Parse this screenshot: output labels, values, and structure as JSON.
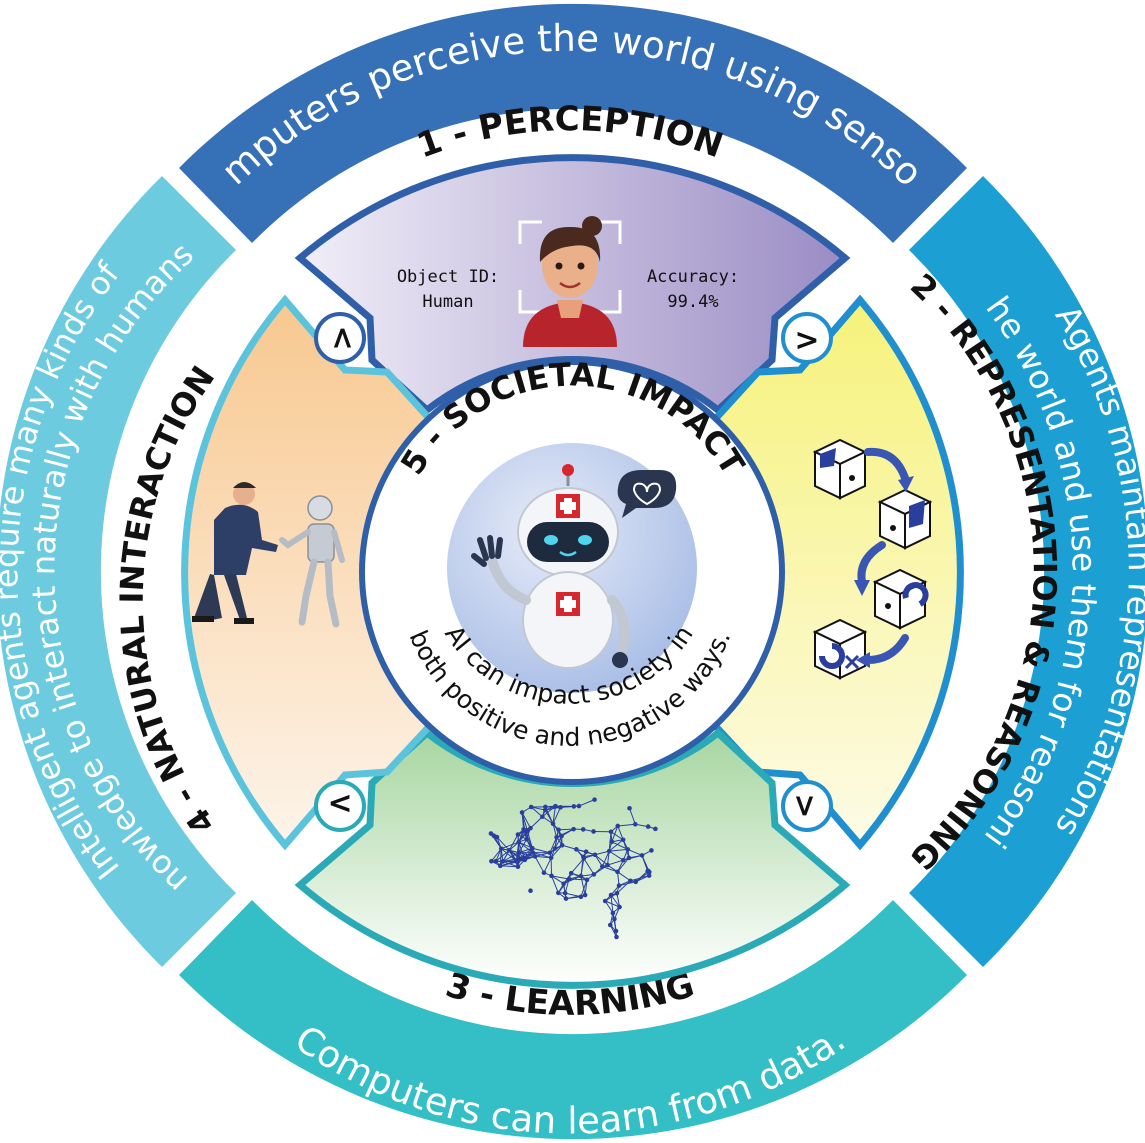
{
  "colors": {
    "perception": "#3671b8",
    "representation": "#1c9fd3",
    "learning": "#34bec6",
    "interaction": "#6ccbdf",
    "inner_ring": "#2f5fa8",
    "inner_ring_right": "#1f8fcf",
    "inner_ring_bottom": "#2aaab6",
    "inner_ring_left": "#5bc3dc"
  },
  "outer": {
    "perception_text": "Computers perceive the world using sensors.",
    "representation_text_1": "Agents maintain representations",
    "representation_text_2": "of the world and use them for reasoning.",
    "learning_text": "Computers can learn from data.",
    "interaction_text_1": "Intelligent agents require many kinds of",
    "interaction_text_2": "knowledge to interact naturally with humans."
  },
  "titles": {
    "perception": "1 - PERCEPTION",
    "representation": "2 - REPRESENTATION & REASONING",
    "learning": "3 - LEARNING",
    "interaction": "4 - NATURAL INTERACTION",
    "impact": "5 - SOCIETAL IMPACT"
  },
  "perception_panel": {
    "object_label": "Object ID:",
    "object_value": "Human",
    "accuracy_label": "Accuracy:",
    "accuracy_value": "99.4%"
  },
  "center": {
    "caption_1": "AI can impact society in",
    "caption_2": "both positive and negative ways."
  },
  "arrows": {
    "glyph": ">"
  }
}
